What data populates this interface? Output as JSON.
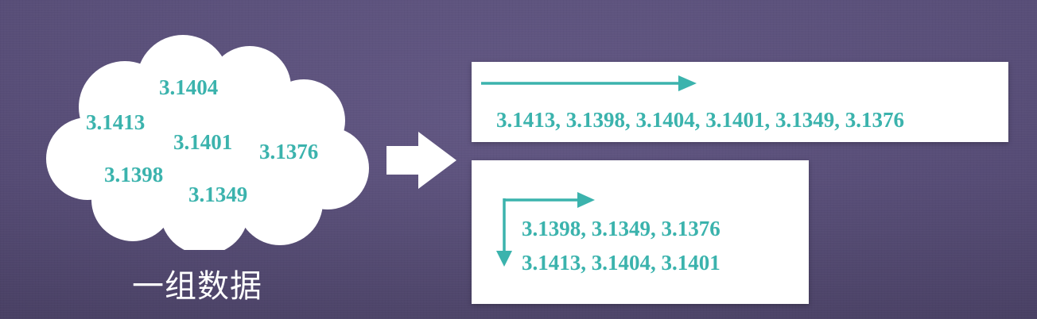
{
  "cloud": {
    "numbers": [
      "3.1404",
      "3.1413",
      "3.1401",
      "3.1376",
      "3.1398",
      "3.1349"
    ],
    "caption": "一组数据",
    "fill_color": "#ffffff",
    "text_color": "#3bb3ad"
  },
  "sequential": {
    "values": "3.1413, 3.1398, 3.1404, 3.1401, 3.1349, 3.1376",
    "arrow_direction": "right"
  },
  "grouped": {
    "row1": "3.1398, 3.1349, 3.1376",
    "row2": "3.1413, 3.1404, 3.1401",
    "arrow_direction": "down-then-right"
  },
  "colors": {
    "background": "#5a4f7c",
    "accent": "#3bb3ad",
    "box": "#ffffff"
  }
}
